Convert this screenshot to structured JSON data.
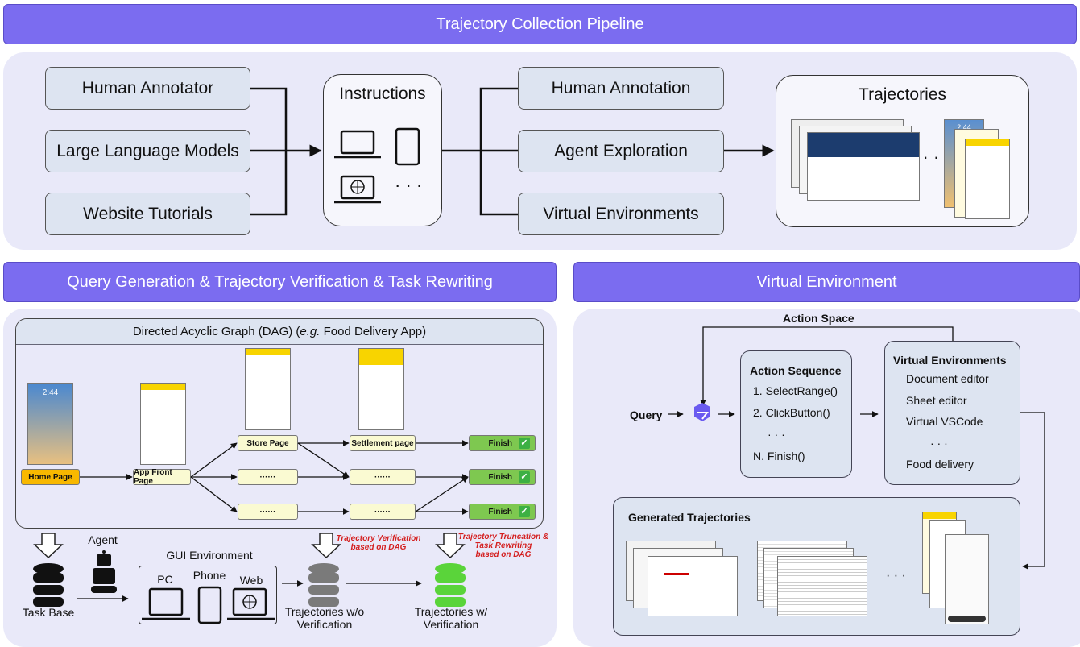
{
  "pipeline": {
    "title": "Trajectory Collection Pipeline",
    "sources": [
      "Human Annotator",
      "Large Language Models",
      "Website Tutorials"
    ],
    "instructions": "Instructions",
    "ellipsis": "· · ·",
    "methods": [
      "Human Annotation",
      "Agent Exploration",
      "Virtual Environments"
    ],
    "trajectories": "Trajectories",
    "phone_time": "2:44"
  },
  "query_section": {
    "title": "Query Generation & Trajectory Verification & Task Rewriting",
    "dag_title_pre": "Directed Acyclic Graph (DAG) (",
    "dag_title_eg": "e.g.",
    "dag_title_post": " Food Delivery App)",
    "phone_time": "2:44",
    "nodes": {
      "home": "Home Page",
      "front": "App Front Page",
      "store": "Store Page",
      "settlement": "Settlement page",
      "dots": "······",
      "finish": "Finish"
    },
    "agent": "Agent",
    "gui_env": "GUI Environment",
    "devices": [
      "PC",
      "Phone",
      "Web"
    ],
    "task_base": "Task Base",
    "verification_note": [
      "Trajectory Verification",
      "based on DAG"
    ],
    "rewrite_note": [
      "Trajectory Truncation &",
      "Task Rewriting",
      "based on DAG"
    ],
    "traj_wo": [
      "Trajectories w/o",
      "Verification"
    ],
    "traj_w": [
      "Trajectories w/",
      "Verification"
    ],
    "colors": {
      "home": "#f8b800",
      "page": "#fafad2",
      "finish": "#7ec850",
      "db_gray": "#7a7a7a",
      "db_green": "#5ad43a",
      "note": "#d41f1f"
    }
  },
  "virtual_section": {
    "title": "Virtual Environment",
    "action_space": "Action Space",
    "query": "Query",
    "action_sequence": {
      "title": "Action Sequence",
      "items": [
        "1. SelectRange()",
        "2. ClickButton()",
        "· · ·",
        "N. Finish()"
      ]
    },
    "environments": {
      "title": "Virtual Environments",
      "items": [
        "Document editor",
        "Sheet editor",
        "Virtual VSCode",
        "· · ·",
        "Food delivery"
      ]
    },
    "generated": "Generated Trajectories",
    "ellipsis": "· · ·"
  },
  "colors": {
    "banner": "#7b6cf0",
    "panel": "#e9e9f9",
    "box": "#dde4f1"
  }
}
